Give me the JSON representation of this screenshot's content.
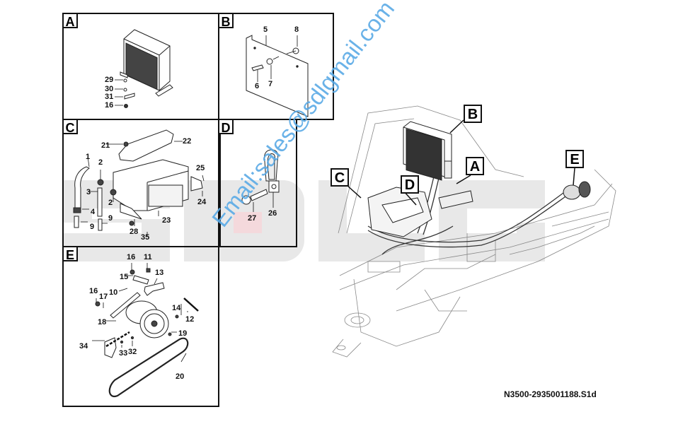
{
  "reference_code": "N3500-2935001188.S1d",
  "watermark": "Email:sales@sdlgmail.com",
  "background_logo": "SDLG",
  "colors": {
    "watermark": "#5aaae6",
    "logo_gray": "#e6e6e6",
    "logo_red": "#f4d9dc",
    "line": "#111111"
  },
  "panels": [
    {
      "letter": "A",
      "title": "Condenser",
      "parts": [
        "29",
        "30",
        "31",
        "16"
      ]
    },
    {
      "letter": "B",
      "title": "Plate",
      "parts": [
        "5",
        "8",
        "6",
        "7"
      ]
    },
    {
      "letter": "C",
      "title": "Evaporator unit",
      "parts": [
        "21",
        "22",
        "1",
        "2",
        "25",
        "3",
        "2",
        "4",
        "9",
        "24",
        "9",
        "23",
        "28",
        "35"
      ]
    },
    {
      "letter": "D",
      "title": "Clamp",
      "parts": [
        "27",
        "26"
      ]
    },
    {
      "letter": "E",
      "title": "Compressor",
      "parts": [
        "16",
        "11",
        "15",
        "13",
        "16",
        "17",
        "10",
        "14",
        "12",
        "18",
        "19",
        "34",
        "33",
        "32",
        "20"
      ]
    }
  ],
  "callouts": [
    "B",
    "A",
    "C",
    "D",
    "E"
  ]
}
